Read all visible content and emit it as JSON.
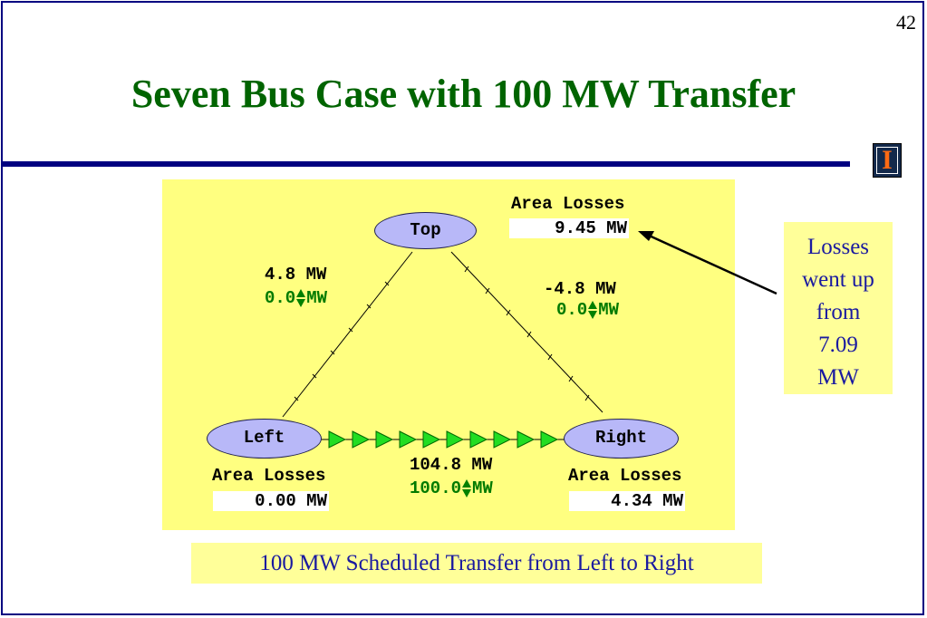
{
  "slide": {
    "page_number": "42",
    "title": "Seven Bus Case with 100 MW Transfer",
    "logo_letter": "I",
    "callout": [
      "Losses",
      "went up",
      "from",
      "7.09",
      "MW"
    ],
    "caption": "100 MW Scheduled Transfer from Left to Right"
  },
  "diagram": {
    "buses": {
      "top": "Top",
      "left": "Left",
      "right": "Right"
    },
    "area_losses_label": "Area Losses",
    "top_losses": "9.45 MW",
    "left_losses": "0.00 MW",
    "right_losses": "4.34 MW",
    "line_left_top": {
      "flow": "4.8 MW",
      "scheduled": "0.0",
      "unit": "MW"
    },
    "line_top_right": {
      "flow": "-4.8 MW",
      "scheduled": "0.0",
      "unit": "MW"
    },
    "line_left_right": {
      "flow": "104.8 MW",
      "scheduled": "100.0",
      "unit": "MW"
    },
    "colors": {
      "title": "#006400",
      "rule": "#000080",
      "oneline_bg": "#ffff80",
      "bus_fill": "#b8b8f8",
      "flow_arrow": "#22dd22",
      "callout_text": "#1a1aa0"
    }
  }
}
